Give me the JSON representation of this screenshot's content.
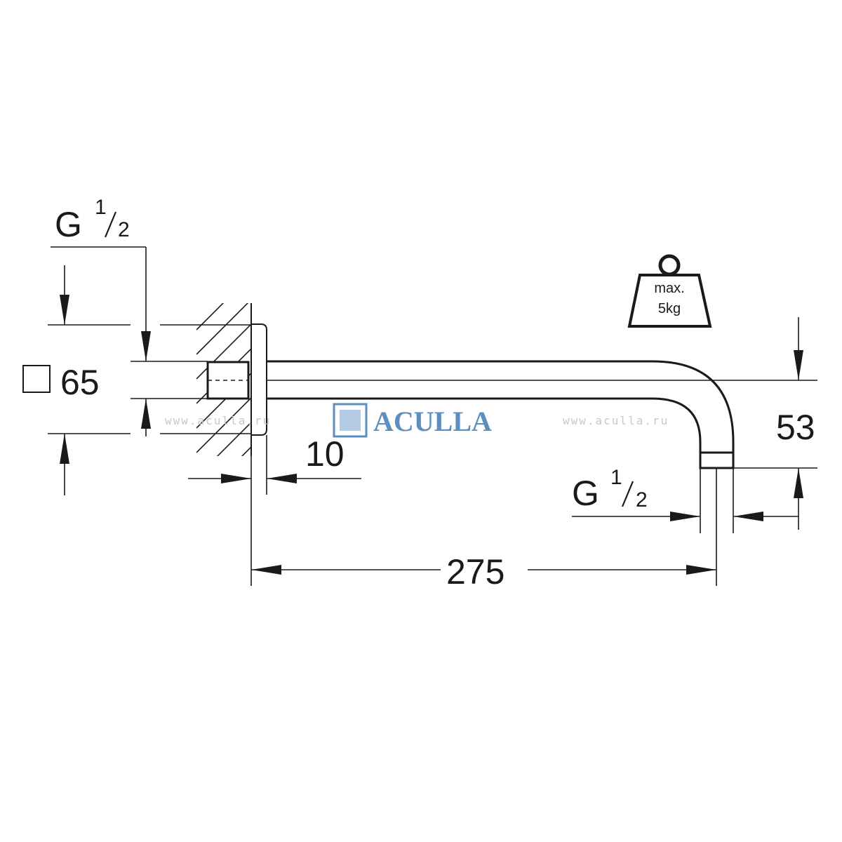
{
  "labels": {
    "thread_top": "G",
    "thread_top_frac_num": "1",
    "thread_top_frac_den": "2",
    "thread_bottom": "G",
    "thread_bottom_frac_num": "1",
    "thread_bottom_frac_den": "2",
    "square_size": "65",
    "flange_thickness": "10",
    "outlet_height": "53",
    "arm_length": "275"
  },
  "weight": {
    "line1": "max.",
    "line2": "5kg"
  },
  "watermark": {
    "left_url": "www.aculla.ru",
    "right_url": "www.aculla.ru",
    "brand": "ACULLA"
  },
  "colors": {
    "line": "#1a1a1a",
    "brand": "#5b8fc0",
    "watermark": "#c8c8c8"
  }
}
